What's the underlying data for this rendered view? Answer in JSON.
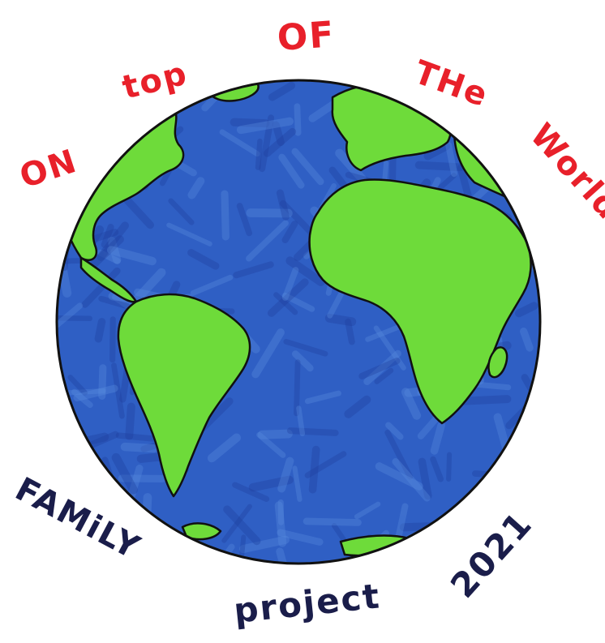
{
  "title": {
    "word_on": "ON",
    "word_top": "top",
    "word_of": "OF",
    "word_the": "THe",
    "word_world": "World"
  },
  "footer": {
    "word_family": "FAMiLY",
    "word_project": "project",
    "year": "2021"
  },
  "colors": {
    "ocean": "#2f5fc4",
    "ocean_dark": "#1f3f9e",
    "ocean_light": "#5a8de0",
    "land": "#6edb3a",
    "land_light": "#a6ee6e",
    "outline": "#111111",
    "title_red": "#e8202a",
    "footer_navy": "#1a1d4a"
  },
  "icons": [
    "globe-icon",
    "continent-africa",
    "continent-south-america",
    "continent-north-america",
    "continent-europe"
  ]
}
